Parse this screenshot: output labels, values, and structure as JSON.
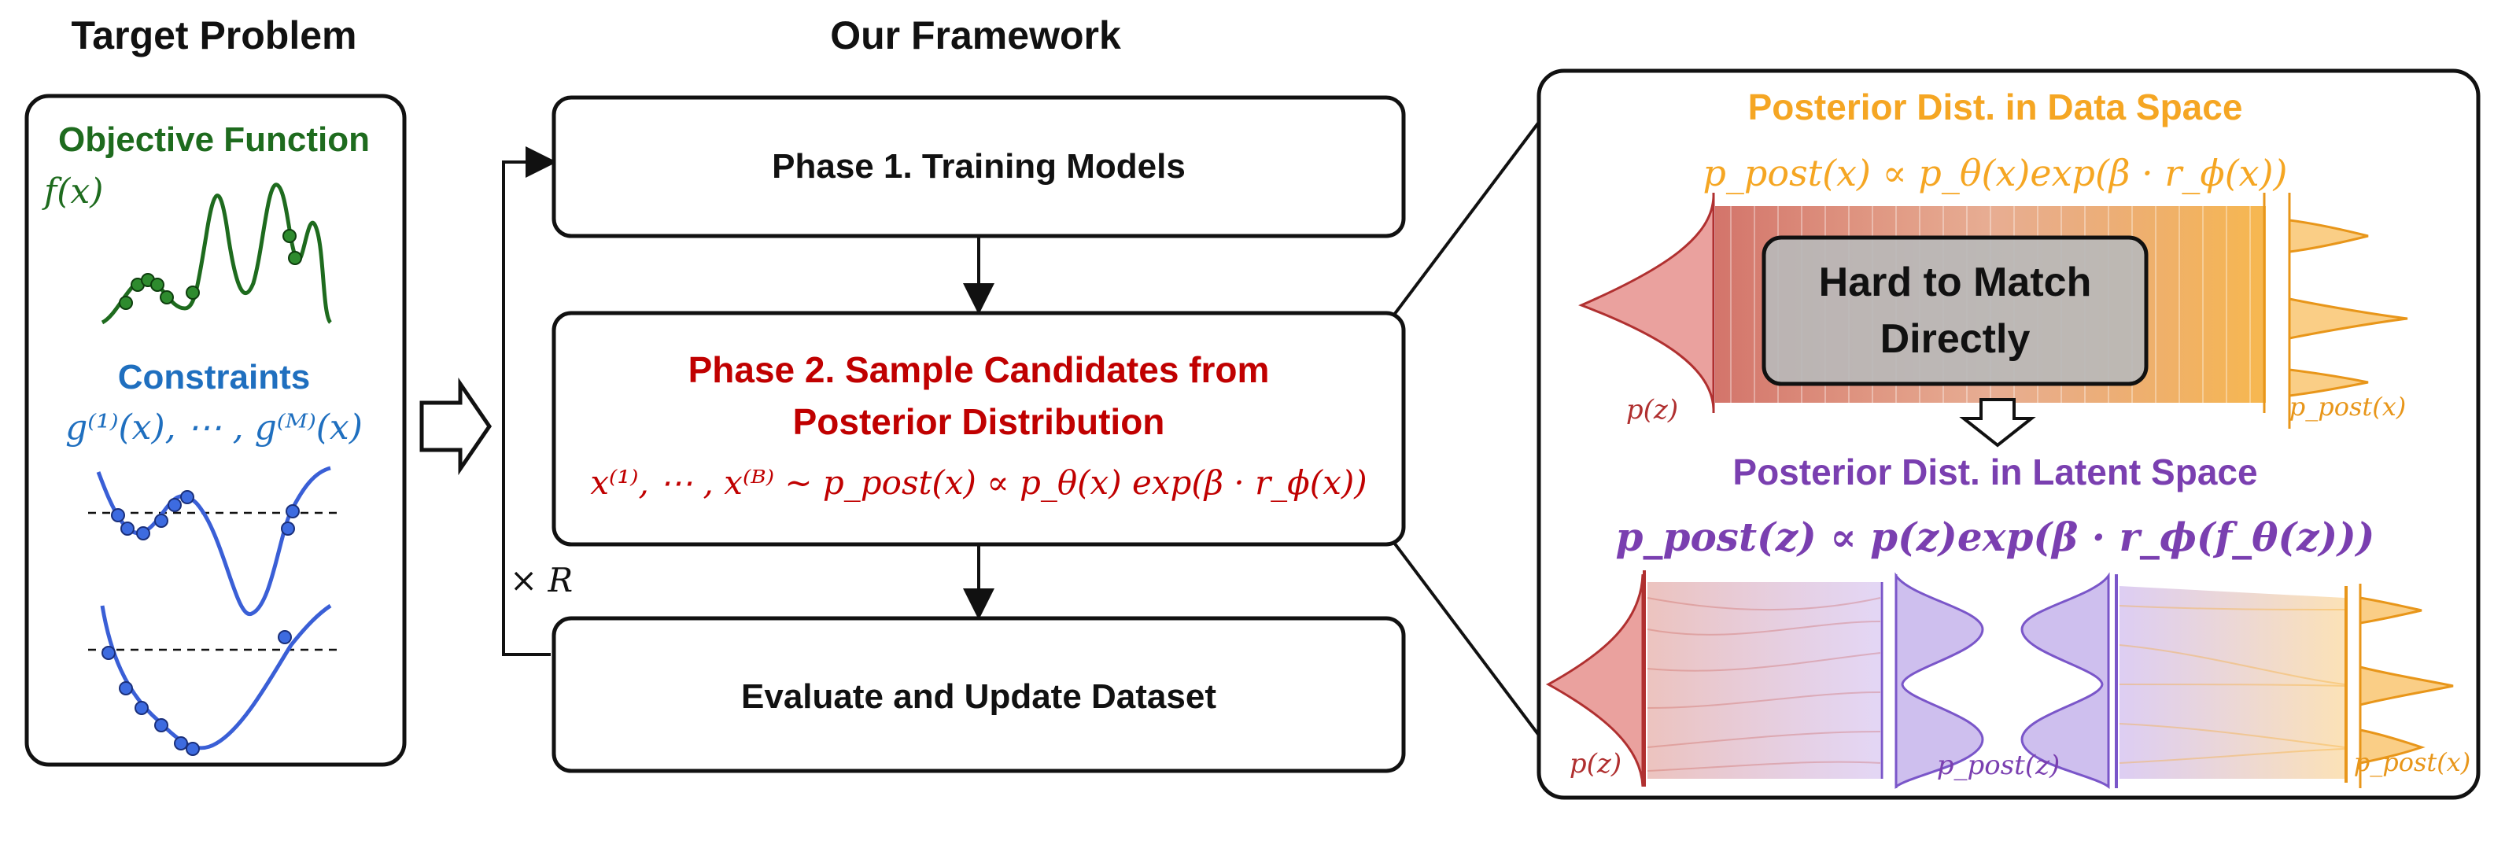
{
  "headings": {
    "target": "Target Problem",
    "framework": "Our Framework"
  },
  "target_panel": {
    "objective_title": "Objective Function",
    "objective_fn": "f(x)",
    "constraints_title": "Constraints",
    "constraints_fn": "g⁽¹⁾(x), ⋯ , g⁽ᴹ⁾(x)"
  },
  "phases": {
    "phase1": "Phase 1. Training Models",
    "phase2_line1": "Phase 2. Sample Candidates from",
    "phase2_line2": "Posterior Distribution",
    "phase2_formula": "x⁽¹⁾, ⋯ , x⁽ᴮ⁾ ~ p_post(x) ∝ p_θ(x) exp(β · r_ϕ(x))",
    "phase3": "Evaluate and Update Dataset",
    "repeat": "× R"
  },
  "detail": {
    "data_title": "Posterior Dist. in Data Space",
    "data_formula": "p_post(x) ∝ p_θ(x)exp(β · r_ϕ(x))",
    "hard_line1": "Hard to Match",
    "hard_line2": "Directly",
    "pz_label_top": "p(z)",
    "ppost_x_label_top": "p_post(x)",
    "latent_title": "Posterior Dist. in Latent Space",
    "latent_formula": "p_post(z) ∝ p(z)exp(β · r_ϕ(f_θ(z)))",
    "pz_label_bottom": "p(z)",
    "ppost_z_label": "p_post(z)",
    "ppost_x_label_bottom": "p_post(x)"
  },
  "colors": {
    "green": "#1e6b1e",
    "blue": "#1f6fbf",
    "curve_blue": "#3a5fd6",
    "red": "#c00000",
    "orange": "#f5a623",
    "purple": "#7a3fb0",
    "black": "#111111"
  }
}
